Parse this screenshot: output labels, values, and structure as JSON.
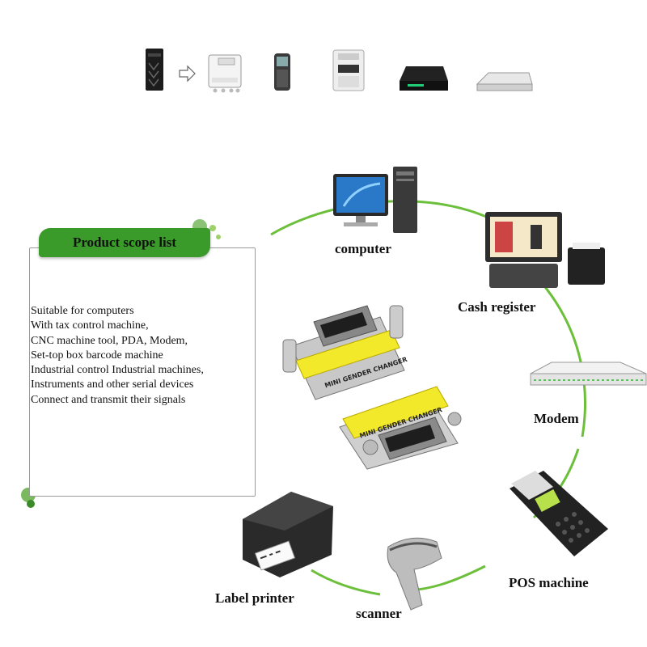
{
  "scope": {
    "title": "Product scope list",
    "lines": [
      "Suitable for computers",
      "With tax control machine,",
      "CNC machine tool, PDA, Modem,",
      "Set-top box barcode machine",
      "Industrial control Industrial machines,",
      "Instruments and other serial devices",
      "Connect and transmit their signals"
    ]
  },
  "adapter": {
    "label_1": "MINI GENDER CHANGER",
    "label_2": "MINI GENDER CHANGER"
  },
  "devices": {
    "computer": "computer",
    "cash_register": "Cash register",
    "modem": "Modem",
    "pos_machine": "POS machine",
    "scanner": "scanner",
    "label_printer": "Label printer"
  },
  "colors": {
    "accent_green": "#3a9a2a",
    "ring_green": "#6cbf3a",
    "adapter_yellow": "#f2e92a"
  },
  "icons": [
    "pc-tower-icon",
    "arrow-right-icon",
    "terminal-box-icon",
    "pda-icon",
    "fiscal-printer-icon",
    "router-icon",
    "settop-box-icon"
  ]
}
